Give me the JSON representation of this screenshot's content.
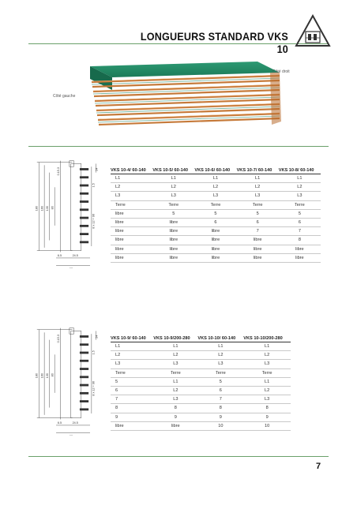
{
  "page": {
    "title": "LONGUEURS STANDARD VKS 10",
    "number": "7"
  },
  "product": {
    "label_right": "Côté droit",
    "label_left": "Côté gauche"
  },
  "drawing1": {
    "dims": [
      "180",
      "160",
      "130",
      "80",
      "0.15.3",
      "6.5",
      "24.5",
      "37",
      "24",
      "1.5",
      "8 x 12 = 96"
    ]
  },
  "drawing2": {
    "dims": [
      "180",
      "160",
      "130",
      "80",
      "0.15.3",
      "6.5",
      "24.5",
      "37",
      "24",
      "1.5",
      "8 x 12 = 96"
    ]
  },
  "table1": {
    "headers": [
      "VKS 10-4/ 60-140",
      "VKS 10-5/ 60-140",
      "VKS 10-6/ 60-140",
      "VKS 10-7/ 60-140",
      "VKS 10-8/ 60-140"
    ],
    "rows": [
      [
        "L1",
        "L1",
        "L1",
        "L1",
        "L1"
      ],
      [
        "L2",
        "L2",
        "L2",
        "L2",
        "L2"
      ],
      [
        "L3",
        "L3",
        "L3",
        "L3",
        "L3"
      ],
      [
        "Terre",
        "Terre",
        "Terre",
        "Terre",
        "Terre"
      ],
      [
        "libre",
        "5",
        "5",
        "5",
        "5"
      ],
      [
        "libre",
        "libre",
        "6",
        "6",
        "6"
      ],
      [
        "libre",
        "libre",
        "libre",
        "7",
        "7"
      ],
      [
        "libre",
        "libre",
        "libre",
        "libre",
        "8"
      ],
      [
        "libre",
        "libre",
        "libre",
        "libre",
        "libre"
      ],
      [
        "libre",
        "libre",
        "libre",
        "libre",
        "libre"
      ]
    ]
  },
  "table2": {
    "headers": [
      "VKS 10-9/ 60-140",
      "VKS 10-9/200-280",
      "VKS 10-10/ 60-140",
      "VKS 10-10/200-280"
    ],
    "rows": [
      [
        "L1",
        "L1",
        "L1",
        "L1"
      ],
      [
        "L2",
        "L2",
        "L2",
        "L2"
      ],
      [
        "L3",
        "L3",
        "L3",
        "L3"
      ],
      [
        "Terre",
        "Terre",
        "Terre",
        "Terre"
      ],
      [
        "5",
        "L1",
        "5",
        "L1"
      ],
      [
        "6",
        "L2",
        "6",
        "L2"
      ],
      [
        "7",
        "L3",
        "7",
        "L3"
      ],
      [
        "8",
        "8",
        "8",
        "8"
      ],
      [
        "9",
        "9",
        "9",
        "9"
      ],
      [
        "libre",
        "libre",
        "10",
        "10"
      ]
    ]
  }
}
